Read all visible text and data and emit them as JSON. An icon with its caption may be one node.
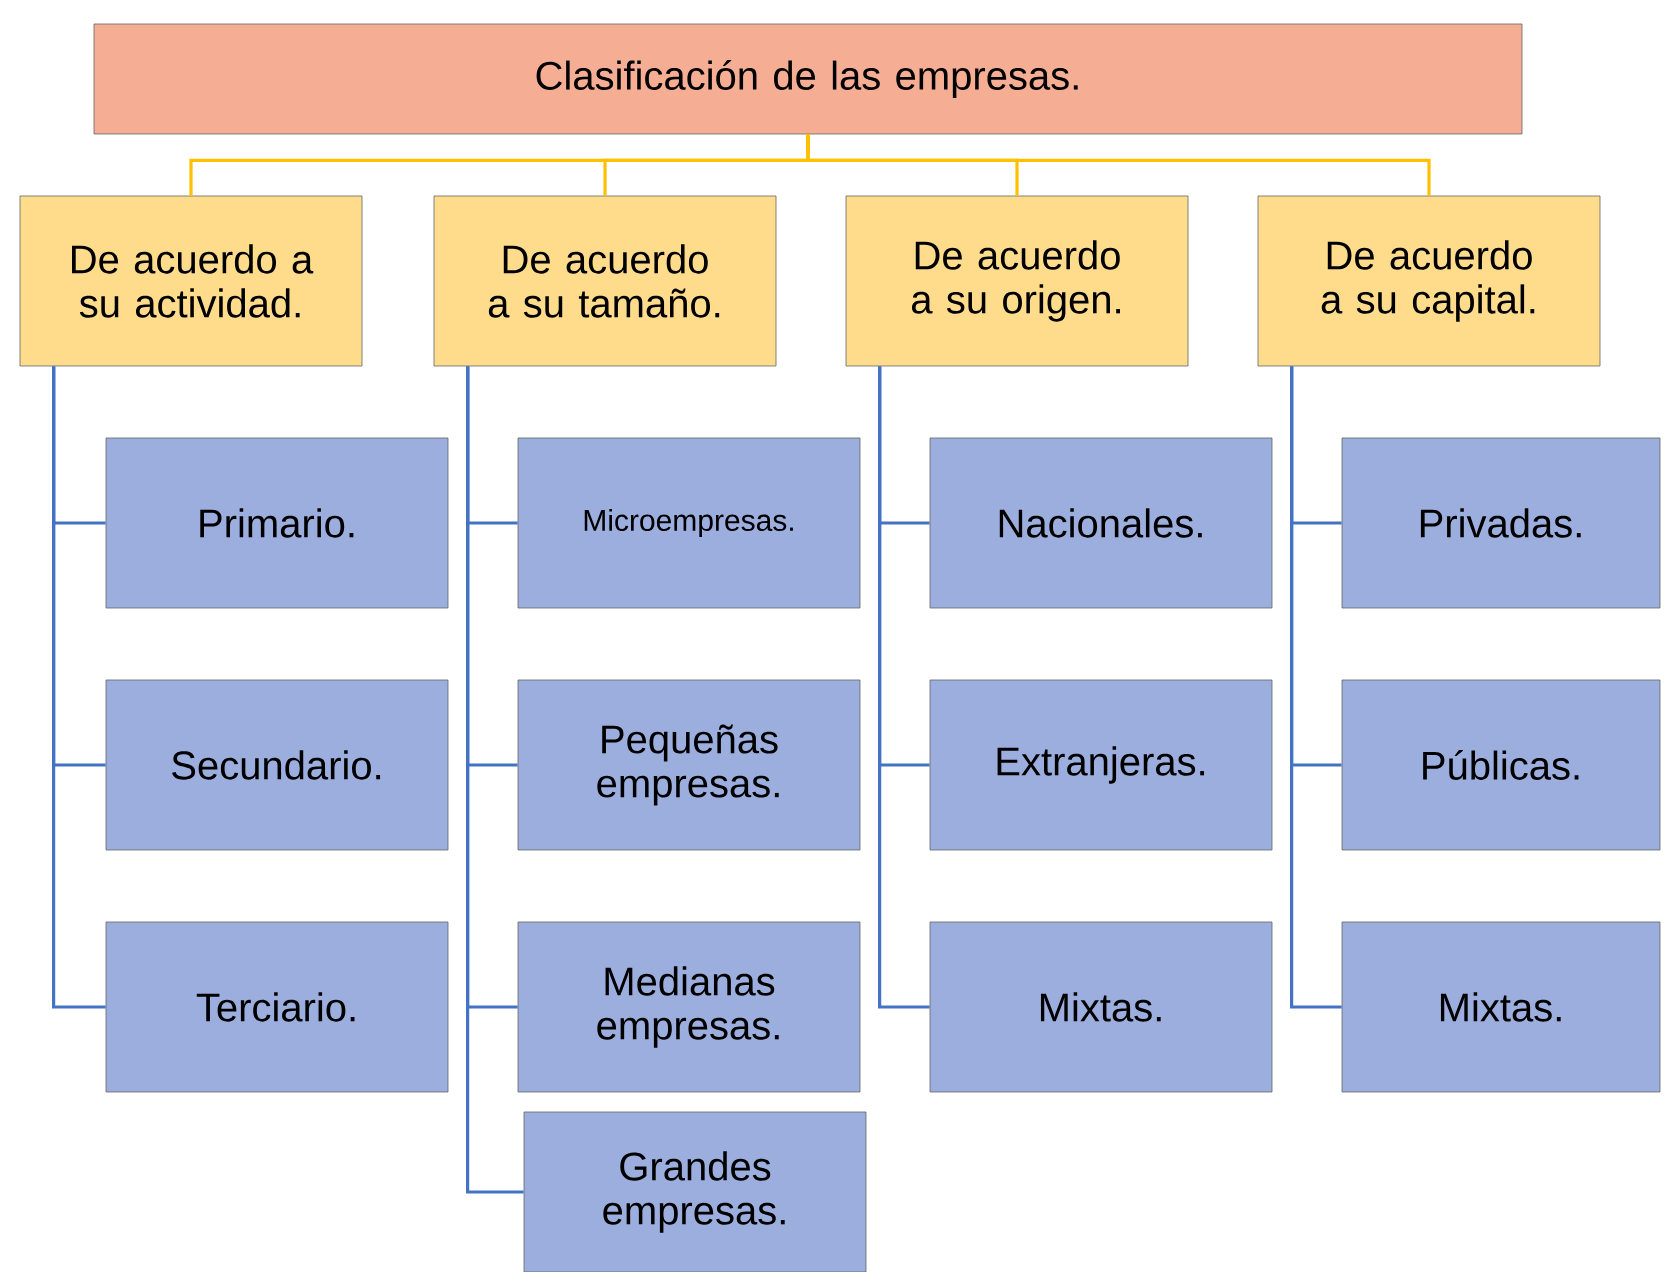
{
  "diagram": {
    "nodes": [
      {
        "text": [
          "Clasificación de las empresas."
        ]
      },
      {
        "text": [
          "De acuerdo a su actividad."
        ]
      },
      {
        "text": [
          "De acuerdo a su tamaño."
        ]
      },
      {
        "text": [
          "De acuerdo a su origen."
        ]
      },
      {
        "text": [
          "De acuerdo a su capital."
        ]
      },
      {
        "text": [
          "Primario."
        ]
      },
      {
        "text": [
          "Secundario."
        ]
      },
      {
        "text": [
          "Terciario."
        ]
      },
      {
        "text": [
          "Microempresas."
        ]
      },
      {
        "text": [
          "Pequeñas empresas."
        ]
      },
      {
        "text": [
          "Medianas empresas."
        ]
      },
      {
        "text": [
          "Grandes empresas."
        ]
      },
      {
        "text": [
          "Nacionales."
        ]
      },
      {
        "text": [
          "Extranjeras."
        ]
      },
      {
        "text": [
          "Mixtas."
        ]
      },
      {
        "text": [
          "Privadas."
        ]
      },
      {
        "text": [
          "Públicas."
        ]
      },
      {
        "text": [
          "Mixtas."
        ]
      }
    ],
    "edges": [
      {
        "from": 0,
        "to": 1,
        "arrow": "none",
        "color": "#ffc000"
      },
      {
        "from": 0,
        "to": 2,
        "arrow": "none",
        "color": "#ffc000"
      },
      {
        "from": 0,
        "to": 3,
        "arrow": "none",
        "color": "#ffc000"
      },
      {
        "from": 0,
        "to": 4,
        "arrow": "none",
        "color": "#ffc000"
      },
      {
        "from": 1,
        "to": 5,
        "arrow": "none"
      },
      {
        "from": 1,
        "to": 6,
        "arrow": "none"
      },
      {
        "from": 1,
        "to": 7,
        "arrow": "none"
      },
      {
        "from": 2,
        "to": 8,
        "arrow": "none"
      },
      {
        "from": 2,
        "to": 9,
        "arrow": "none"
      },
      {
        "from": 2,
        "to": 10,
        "arrow": "none"
      },
      {
        "from": 2,
        "to": 11,
        "arrow": "none"
      },
      {
        "from": 3,
        "to": 12,
        "arrow": "none"
      },
      {
        "from": 3,
        "to": 13,
        "arrow": "none"
      },
      {
        "from": 3,
        "to": 14,
        "arrow": "none"
      },
      {
        "from": 4,
        "to": 15,
        "arrow": "none"
      },
      {
        "from": 4,
        "to": 16,
        "arrow": "none"
      },
      {
        "from": 4,
        "to": 17,
        "arrow": "none"
      }
    ]
  }
}
